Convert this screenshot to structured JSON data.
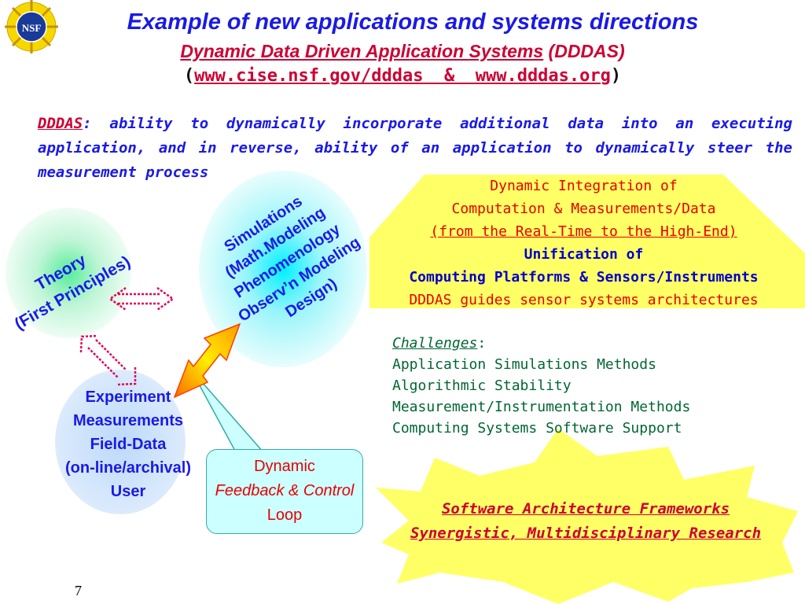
{
  "header": {
    "title": "Example of new applications and systems directions",
    "subtitle_main": "Dynamic Data Driven Application Systems",
    "subtitle_acronym": " (DDDAS)",
    "url_open": "(",
    "url_text": "www.cise.nsf.gov/dddas  &  www.dddas.org",
    "url_close": ")"
  },
  "definition": {
    "term": "DDDAS",
    "text": ": ability to dynamically incorporate additional data into an executing application, and in reverse, ability of an application to dynamically steer the measurement process"
  },
  "theory": {
    "line1": "Theory",
    "line2": "(First Principles)"
  },
  "simulations": {
    "line1": "Simulations",
    "line2": "(Math.Modeling",
    "line3": "Phenomenology",
    "line4": "Observ’n Modeling",
    "line5": "Design)"
  },
  "experiment": {
    "line1": "Experiment",
    "line2": "Measurements",
    "line3": "Field-Data",
    "line4": "(on-line/archival)",
    "line5": "User"
  },
  "feedback": {
    "line1": "Dynamic",
    "line2": "Feedback & Control",
    "line3": "Loop"
  },
  "integration": {
    "line1": "Dynamic Integration of",
    "line2": "Computation & Measurements/Data",
    "line3": "(from the Real-Time to the High-End)",
    "line4": "Unification of",
    "line5": "Computing Platforms & Sensors/Instruments",
    "line6": "DDDAS guides sensor systems architectures"
  },
  "challenges": {
    "heading": "Challenges",
    "colon": ":",
    "items": [
      "Application Simulations Methods",
      "Algorithmic Stability",
      "Measurement/Instrumentation Methods",
      "Computing Systems Software Support"
    ]
  },
  "research": {
    "line1": "Software Architecture Frameworks",
    "line2": "Synergistic, Multidisciplinary Research"
  },
  "logo": {
    "text": "NSF"
  },
  "page_number": "7",
  "colors": {
    "title_blue": "#1a1ae6",
    "accent_red": "#cc0033",
    "challenge_green": "#006633",
    "trapezoid_yellow": "#ffff66",
    "feedback_cyan": "#ccffff"
  }
}
